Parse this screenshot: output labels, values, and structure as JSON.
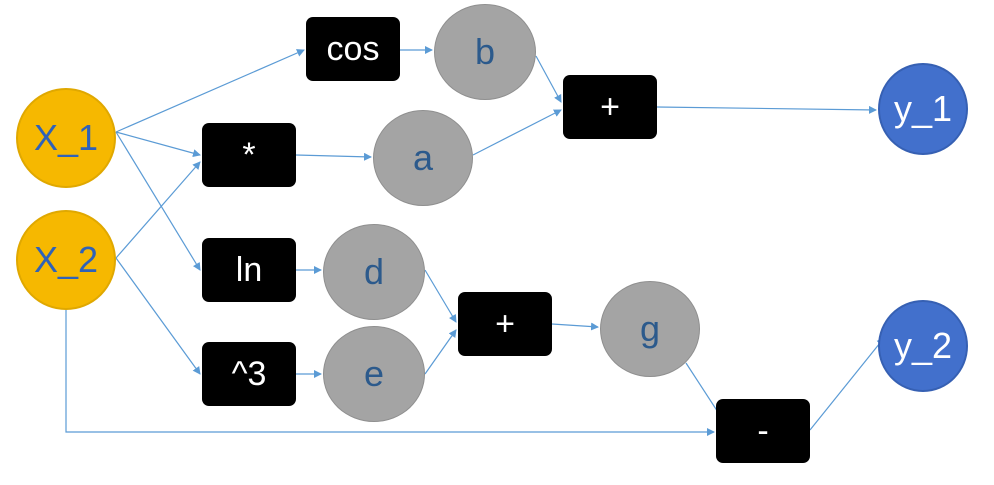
{
  "nodes": {
    "x1": "X_1",
    "x2": "X_2",
    "cos": "cos",
    "b": "b",
    "mul": "*",
    "a": "a",
    "plus1": "+",
    "y1": "y_1",
    "ln": "ln",
    "d": "d",
    "cube": "^3",
    "e": "e",
    "plus2": "+",
    "g": "g",
    "minus": "-",
    "y2": "y_2"
  },
  "colors": {
    "input": "#f6b800",
    "intermediate": "#a4a4a4",
    "output": "#4270cc",
    "operator": "#000000",
    "edge": "#5b9bd5"
  }
}
